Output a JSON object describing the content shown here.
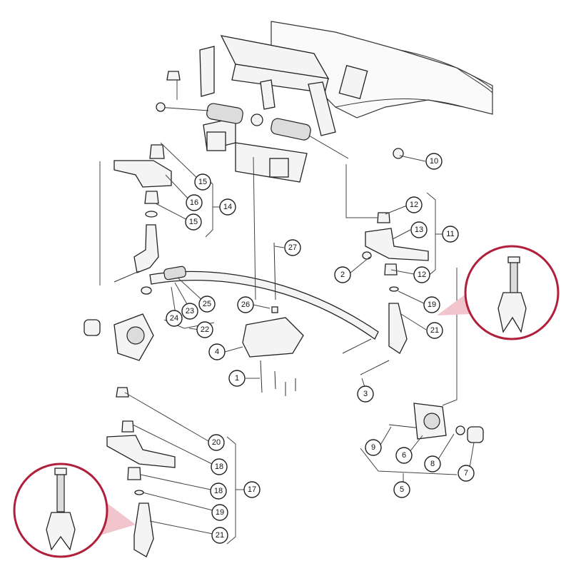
{
  "callouts": [
    {
      "id": "c1",
      "label": "1"
    },
    {
      "id": "c2",
      "label": "2"
    },
    {
      "id": "c3",
      "label": "3"
    },
    {
      "id": "c4",
      "label": "4"
    },
    {
      "id": "c5",
      "label": "5"
    },
    {
      "id": "c6",
      "label": "6"
    },
    {
      "id": "c7",
      "label": "7"
    },
    {
      "id": "c8",
      "label": "8"
    },
    {
      "id": "c9",
      "label": "9"
    },
    {
      "id": "c10",
      "label": "10"
    },
    {
      "id": "c11",
      "label": "11"
    },
    {
      "id": "c12a",
      "label": "12"
    },
    {
      "id": "c12b",
      "label": "12"
    },
    {
      "id": "c13",
      "label": "13"
    },
    {
      "id": "c14",
      "label": "14"
    },
    {
      "id": "c15a",
      "label": "15"
    },
    {
      "id": "c15b",
      "label": "15"
    },
    {
      "id": "c16",
      "label": "16"
    },
    {
      "id": "c17",
      "label": "17"
    },
    {
      "id": "c18a",
      "label": "18"
    },
    {
      "id": "c18b",
      "label": "18"
    },
    {
      "id": "c19a",
      "label": "19"
    },
    {
      "id": "c19b",
      "label": "19"
    },
    {
      "id": "c20",
      "label": "20"
    },
    {
      "id": "c21a",
      "label": "21"
    },
    {
      "id": "c21b",
      "label": "21"
    },
    {
      "id": "c22",
      "label": "22"
    },
    {
      "id": "c23",
      "label": "23"
    },
    {
      "id": "c24",
      "label": "24"
    },
    {
      "id": "c25",
      "label": "25"
    },
    {
      "id": "c26",
      "label": "26"
    },
    {
      "id": "c27",
      "label": "27"
    }
  ],
  "colors": {
    "inset_ring": "#b0203a",
    "inset_highlight": "#f2c4cc",
    "line": "#222222"
  }
}
